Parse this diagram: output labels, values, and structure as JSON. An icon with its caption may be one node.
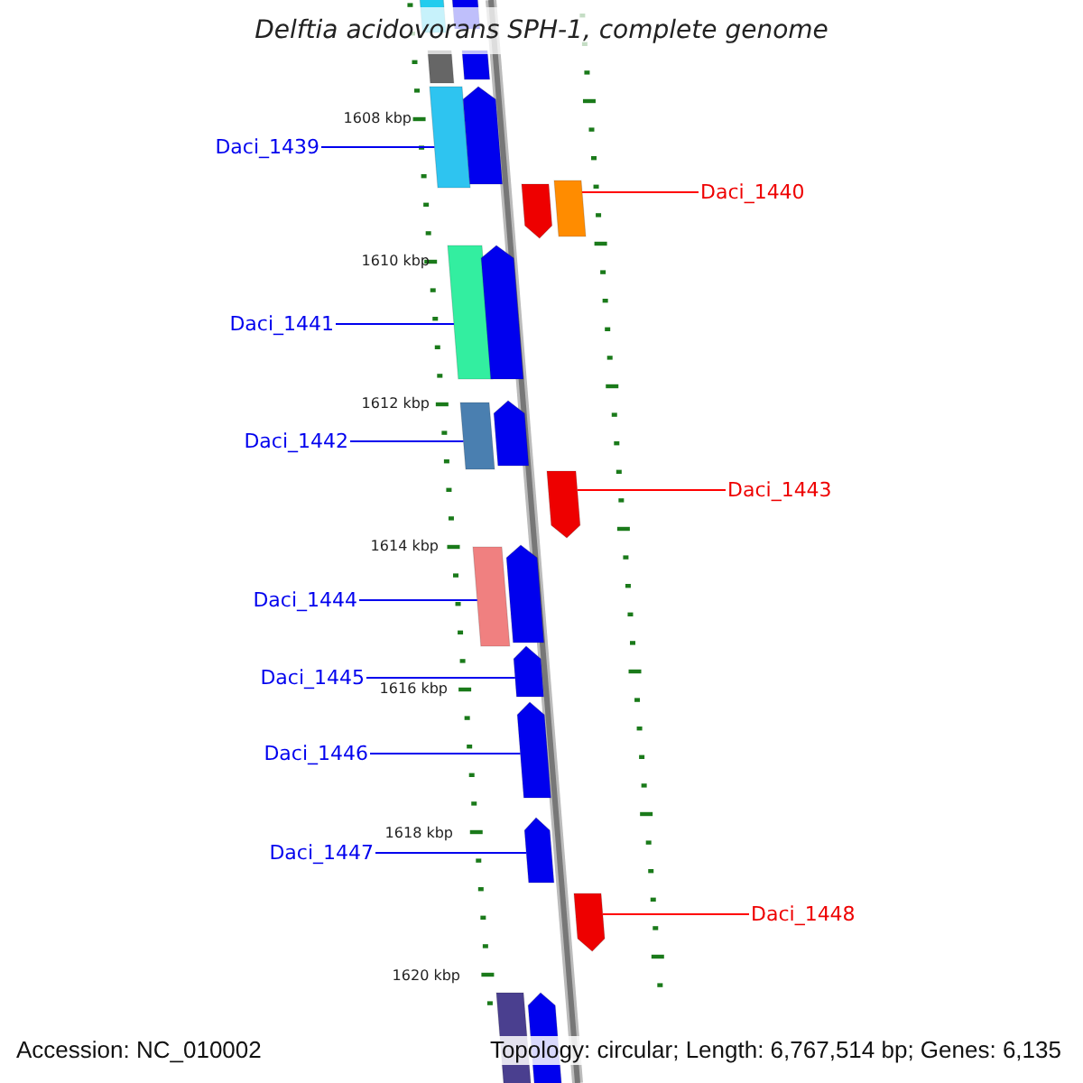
{
  "diagram": {
    "title": "Delftia acidovorans SPH-1, complete genome",
    "nodes": [
      {
        "text": [
          "Daci_1439"
        ]
      },
      {
        "text": [
          "Daci_1440"
        ]
      },
      {
        "text": [
          "Daci_1441"
        ]
      },
      {
        "text": [
          "Daci_1442"
        ]
      },
      {
        "text": [
          "Daci_1443"
        ]
      },
      {
        "text": [
          "Daci_1444"
        ]
      },
      {
        "text": [
          "Daci_1445"
        ]
      },
      {
        "text": [
          "Daci_1446"
        ]
      },
      {
        "text": [
          "Daci_1447"
        ]
      },
      {
        "text": [
          "Daci_1448"
        ]
      },
      {
        "text": [],
        "shape": "bar"
      },
      {
        "text": [],
        "shape": "bar"
      },
      {
        "text": [],
        "shape": "bar"
      },
      {
        "text": [],
        "shape": "bar"
      },
      {
        "text": [],
        "shape": "bar"
      },
      {
        "text": [],
        "shape": "arrow"
      },
      {
        "text": [],
        "shape": "arrow"
      },
      {
        "text": [],
        "shape": "bar"
      },
      {
        "text": [],
        "shape": "bar"
      },
      {
        "text": [],
        "shape": "arrow"
      },
      {
        "text": [],
        "shape": "bar"
      },
      {
        "text": [],
        "shape": "arrow"
      },
      {
        "text": [],
        "shape": "arrow"
      },
      {
        "text": [],
        "shape": "bar"
      },
      {
        "text": [],
        "shape": "arrow"
      },
      {
        "text": [],
        "shape": "arrow"
      },
      {
        "text": [],
        "shape": "arrow"
      },
      {
        "text": [],
        "shape": "arrow"
      },
      {
        "text": [],
        "shape": "arrow"
      },
      {
        "text": [],
        "shape": "bar"
      },
      {
        "text": [],
        "shape": "arrow"
      }
    ],
    "edges": [
      {
        "from": 0,
        "to": 14,
        "arrow": "none"
      },
      {
        "from": 1,
        "to": 17,
        "arrow": "none",
        "color": "#ff0000"
      },
      {
        "from": 2,
        "to": 18,
        "arrow": "none"
      },
      {
        "from": 3,
        "to": 20,
        "arrow": "none"
      },
      {
        "from": 4,
        "to": 22,
        "arrow": "none",
        "color": "#ff0000"
      },
      {
        "from": 5,
        "to": 23,
        "arrow": "none"
      },
      {
        "from": 6,
        "to": 25,
        "arrow": "none"
      },
      {
        "from": 7,
        "to": 26,
        "arrow": "none"
      },
      {
        "from": 8,
        "to": 27,
        "arrow": "none"
      },
      {
        "from": 9,
        "to": 28,
        "arrow": "none",
        "color": "#ff0000"
      }
    ],
    "labels": [
      "1608 kbp",
      "1610 kbp",
      "1612 kbp",
      "1614 kbp",
      "1616 kbp",
      "1618 kbp",
      "1620 kbp",
      "Accession: NC_010002",
      "Topology: circular; Length: 6,767,514 bp; Genes: 6,135"
    ]
  }
}
